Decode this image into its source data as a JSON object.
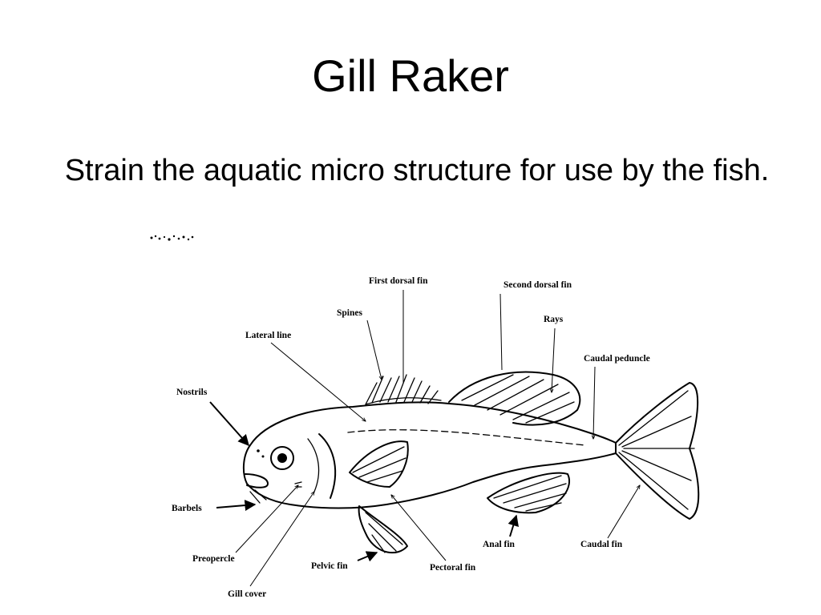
{
  "slide": {
    "title": "Gill Raker",
    "body": "Strain the aquatic micro structure for use by the fish."
  },
  "diagram": {
    "labels": {
      "first_dorsal_fin": "First dorsal fin",
      "second_dorsal_fin": "Second dorsal fin",
      "spines": "Spines",
      "rays": "Rays",
      "lateral_line": "Lateral line",
      "caudal_peduncle": "Caudal peduncle",
      "nostrils": "Nostrils",
      "barbels": "Barbels",
      "preopercle": "Preopercle",
      "pelvic_fin": "Pelvic fin",
      "gill_cover": "Gill cover",
      "pectoral_fin": "Pectoral fin",
      "anal_fin": "Anal fin",
      "caudal_fin": "Caudal fin"
    }
  }
}
